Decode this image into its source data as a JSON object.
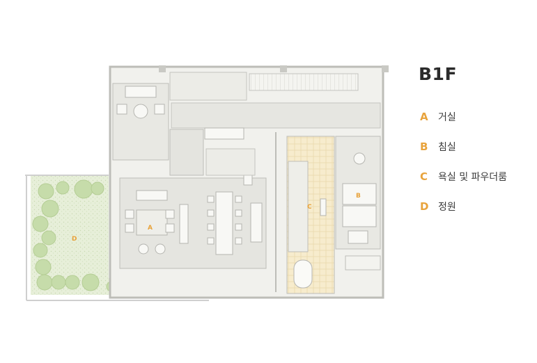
{
  "floor": "B1F",
  "accent_color": "#e8a33c",
  "zones": [
    {
      "key": "A",
      "label": "거실"
    },
    {
      "key": "B",
      "label": "침실"
    },
    {
      "key": "C",
      "label": "욕실 및 파우더룸"
    },
    {
      "key": "D",
      "label": "정원"
    }
  ]
}
